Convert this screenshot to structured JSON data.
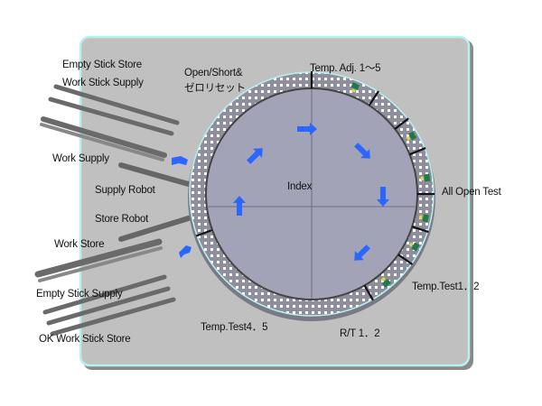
{
  "diagram": {
    "title": "Index table station layout",
    "colors": {
      "panel": "#c0c0c0",
      "panel_border": "#b8f0f0",
      "panel_shadow": "#8a8a8a",
      "table": "#a3a3b8",
      "ring": "#8e8e9c",
      "ring_dots": "#ffffff",
      "arrow": "#2a66ff",
      "rail": "#808080",
      "work_green": "#1e7a46",
      "work_yellow": "#e6d83a"
    },
    "center_label": "Index",
    "labels": {
      "empty_stick_store": "Empty Stick Store",
      "work_stick_supply": "Work Stick Supply",
      "open_short_1": "Open/Short&",
      "open_short_2": "ゼロリセット",
      "temp_adj": "Temp. Adj. 1～5",
      "work_supply": "Work Supply",
      "supply_robot": "Supply Robot",
      "all_open_test": "All Open Test",
      "store_robot": "Store Robot",
      "work_store": "Work Store",
      "empty_stick_supply": "Empty Stick Supply",
      "temp_test_12": "Temp.Test1．2",
      "ok_work_stick_store": "OK Work Stick Store",
      "temp_test_45": "Temp.Test4．5",
      "rt_12": "R/T 1．2"
    },
    "icons": {
      "rotation_arrow": "arrow-icon",
      "work_piece": "work-piece-icon"
    }
  }
}
